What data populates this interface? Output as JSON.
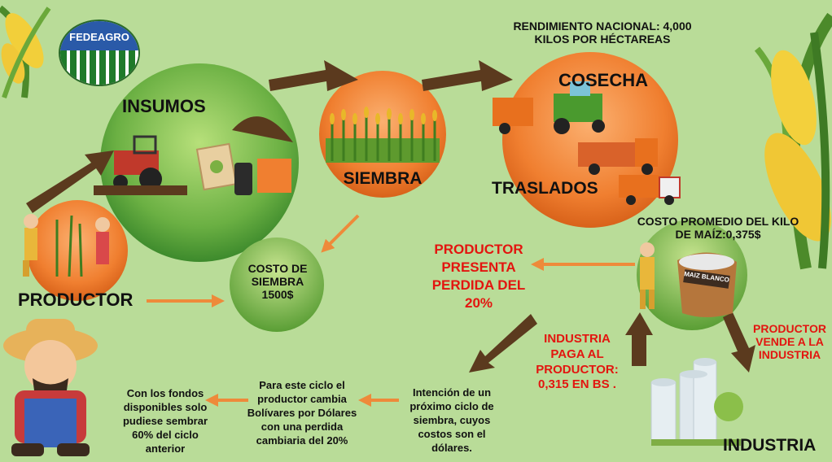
{
  "logo": {
    "text": "FEDEAGRO"
  },
  "nodes": {
    "insumos": "INSUMOS",
    "siembra": "SIEMBRA",
    "cosecha": "COSECHA",
    "traslados": "TRASLADOS",
    "productor": "PRODUCTOR",
    "industria": "INDUSTRIA"
  },
  "texts": {
    "rendimiento": "RENDIMIENTO NACIONAL: 4,000 KILOS POR HÉCTAREAS",
    "costo_siembra": "COSTO DE SIEMBRA 1500$",
    "costo_promedio": "COSTO PROMEDIO DEL KILO DE MAÍZ:0,375$",
    "perdida": "PRODUCTOR PRESENTA PERDIDA DEL 20%",
    "vende": "PRODUCTOR VENDE A LA INDUSTRIA",
    "paga": "INDUSTRIA PAGA AL PRODUCTOR: 0,315 EN BS .",
    "intencion": "Intención de un próximo ciclo de siembra, cuyos costos son el dólares.",
    "cambio": "Para este ciclo el productor cambia Bolívares por Dólares con una perdida cambiaria del 20%",
    "fondos": "Con los fondos disponibles solo pudiese sembrar 60% del ciclo anterior",
    "sack": "MAIZ BLANCO"
  },
  "colors": {
    "background": "#b9dc98",
    "green_circle": "#5aa23c",
    "orange_circle": "#ef7d2e",
    "arrow_brown": "#5b3a1e",
    "arrow_orange": "#ee8a3a",
    "red_text": "#e3150f"
  }
}
